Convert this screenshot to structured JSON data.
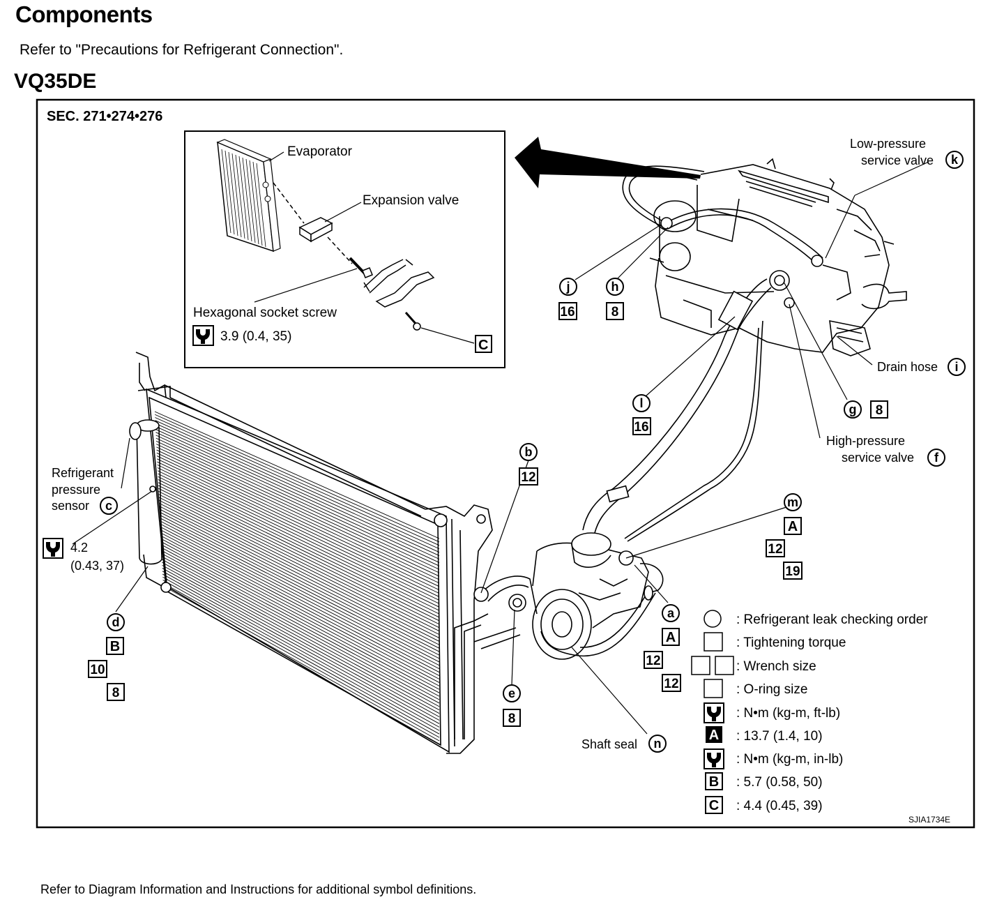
{
  "header": {
    "title": "Components",
    "refer": "Refer to \"Precautions for Refrigerant Connection\".",
    "engine": "VQ35DE"
  },
  "diagram": {
    "section": "SEC. 271•274•276",
    "inset": {
      "evaporator": "Evaporator",
      "expansion_valve": "Expansion valve",
      "hex_screw": "Hexagonal socket screw",
      "hex_torque": "3.9 (0.4, 35)",
      "c_letter": "C"
    },
    "parts": {
      "low_pressure_1": "Low-pressure",
      "low_pressure_2": "service valve",
      "drain_hose": "Drain hose",
      "high_pressure_1": "High-pressure",
      "high_pressure_2": "service valve",
      "refrig_sensor_1": "Refrigerant",
      "refrig_sensor_2": "pressure",
      "refrig_sensor_3": "sensor",
      "sensor_torque_1": "4.2",
      "sensor_torque_2": "(0.43, 37)",
      "shaft_seal": "Shaft seal"
    },
    "callouts": {
      "a": "a",
      "b": "b",
      "c": "c",
      "d": "d",
      "e": "e",
      "f": "f",
      "g": "g",
      "h": "h",
      "i": "i",
      "j": "j",
      "k": "k",
      "l": "l",
      "m": "m",
      "n": "n"
    },
    "sizes": {
      "j": "16",
      "h": "8",
      "g": "8",
      "l": "16",
      "b": "12",
      "m1": "12",
      "m2": "19",
      "a1": "12",
      "a2": "12",
      "d1": "10",
      "d2": "8",
      "e": "8"
    },
    "torque_letters": {
      "m": "A",
      "a": "A",
      "d": "B"
    },
    "legend": {
      "leak_order": ": Refrigerant leak checking order",
      "tightening": ": Tightening torque",
      "wrench": ": Wrench size",
      "oring": ": O-ring size",
      "nm_ftlb": ": N•m (kg-m, ft-lb)",
      "a_letter": "A",
      "a_value": ": 13.7 (1.4, 10)",
      "nm_inlb": ": N•m (kg-m, in-lb)",
      "b_letter": "B",
      "b_value": ": 5.7 (0.58, 50)",
      "c_letter": "C",
      "c_value": ": 4.4 (0.45, 39)"
    },
    "code": "SJIA1734E"
  },
  "footer": {
    "note": "Refer to Diagram Information and Instructions for additional symbol definitions."
  }
}
